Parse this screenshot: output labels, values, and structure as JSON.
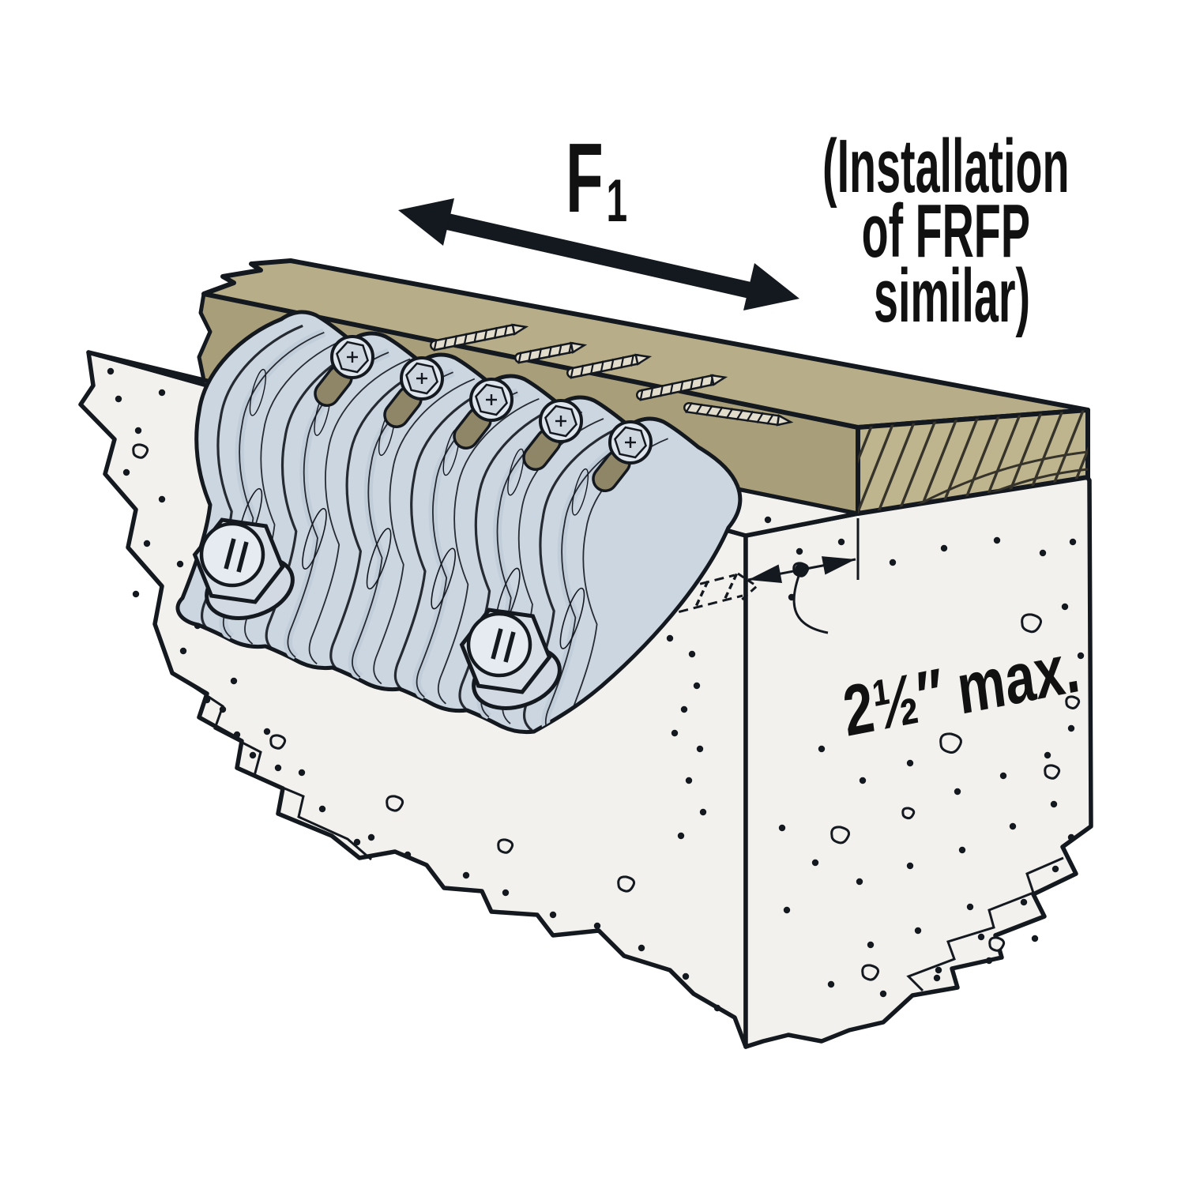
{
  "figure": {
    "force_label": {
      "symbol": "F",
      "subscript": "1"
    },
    "installation_note": {
      "lines": [
        "(Installation",
        "of FRFP",
        "similar)"
      ]
    },
    "dimension_label": {
      "text": "2½″ max."
    },
    "colors": {
      "background": "#ffffff",
      "concrete": "#f2f1ee",
      "outline": "#14181f",
      "wood_top": "#b7ae89",
      "wood_front": "#a89e79",
      "wood_end": "#beb58f",
      "plate": "#ccd6e1",
      "plate_shade": "#c2cdda",
      "hardware": "#dfe5ec",
      "text": "#111111"
    }
  }
}
